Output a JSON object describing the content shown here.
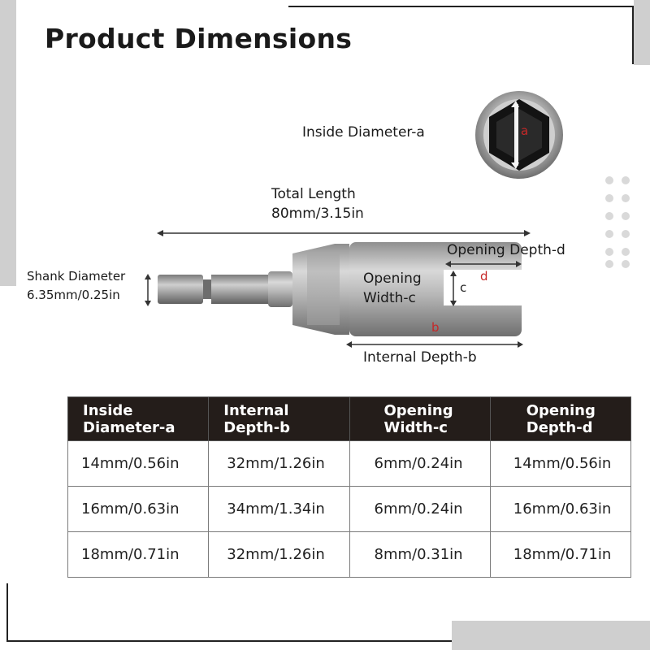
{
  "title": "Product Dimensions",
  "labels": {
    "inside_diameter": "Inside Diameter-a",
    "total_length_title": "Total Length",
    "total_length_value": "80mm/3.15in",
    "shank_title": "Shank Diameter",
    "shank_value": "6.35mm/0.25in",
    "opening_depth": "Opening Depth-d",
    "opening_width_line1": "Opening",
    "opening_width_line2": "Width-c",
    "internal_depth": "Internal Depth-b",
    "letter_a": "a",
    "letter_b": "b",
    "letter_c": "c",
    "letter_d": "d"
  },
  "table": {
    "headers": [
      {
        "l1": "Inside",
        "l2": "Diameter-a"
      },
      {
        "l1": "Internal",
        "l2": "Depth-b"
      },
      {
        "l1": "Opening",
        "l2": "Width-c"
      },
      {
        "l1": "Opening",
        "l2": "Depth-d"
      }
    ],
    "rows": [
      [
        "14mm/0.56in",
        "32mm/1.26in",
        "6mm/0.24in",
        "14mm/0.56in"
      ],
      [
        "16mm/0.63in",
        "34mm/1.34in",
        "6mm/0.24in",
        "16mm/0.63in"
      ],
      [
        "18mm/0.71in",
        "32mm/1.26in",
        "8mm/0.31in",
        "18mm/0.71in"
      ]
    ]
  },
  "colors": {
    "header_bg": "#241d1a",
    "marker_red": "#c62828"
  }
}
